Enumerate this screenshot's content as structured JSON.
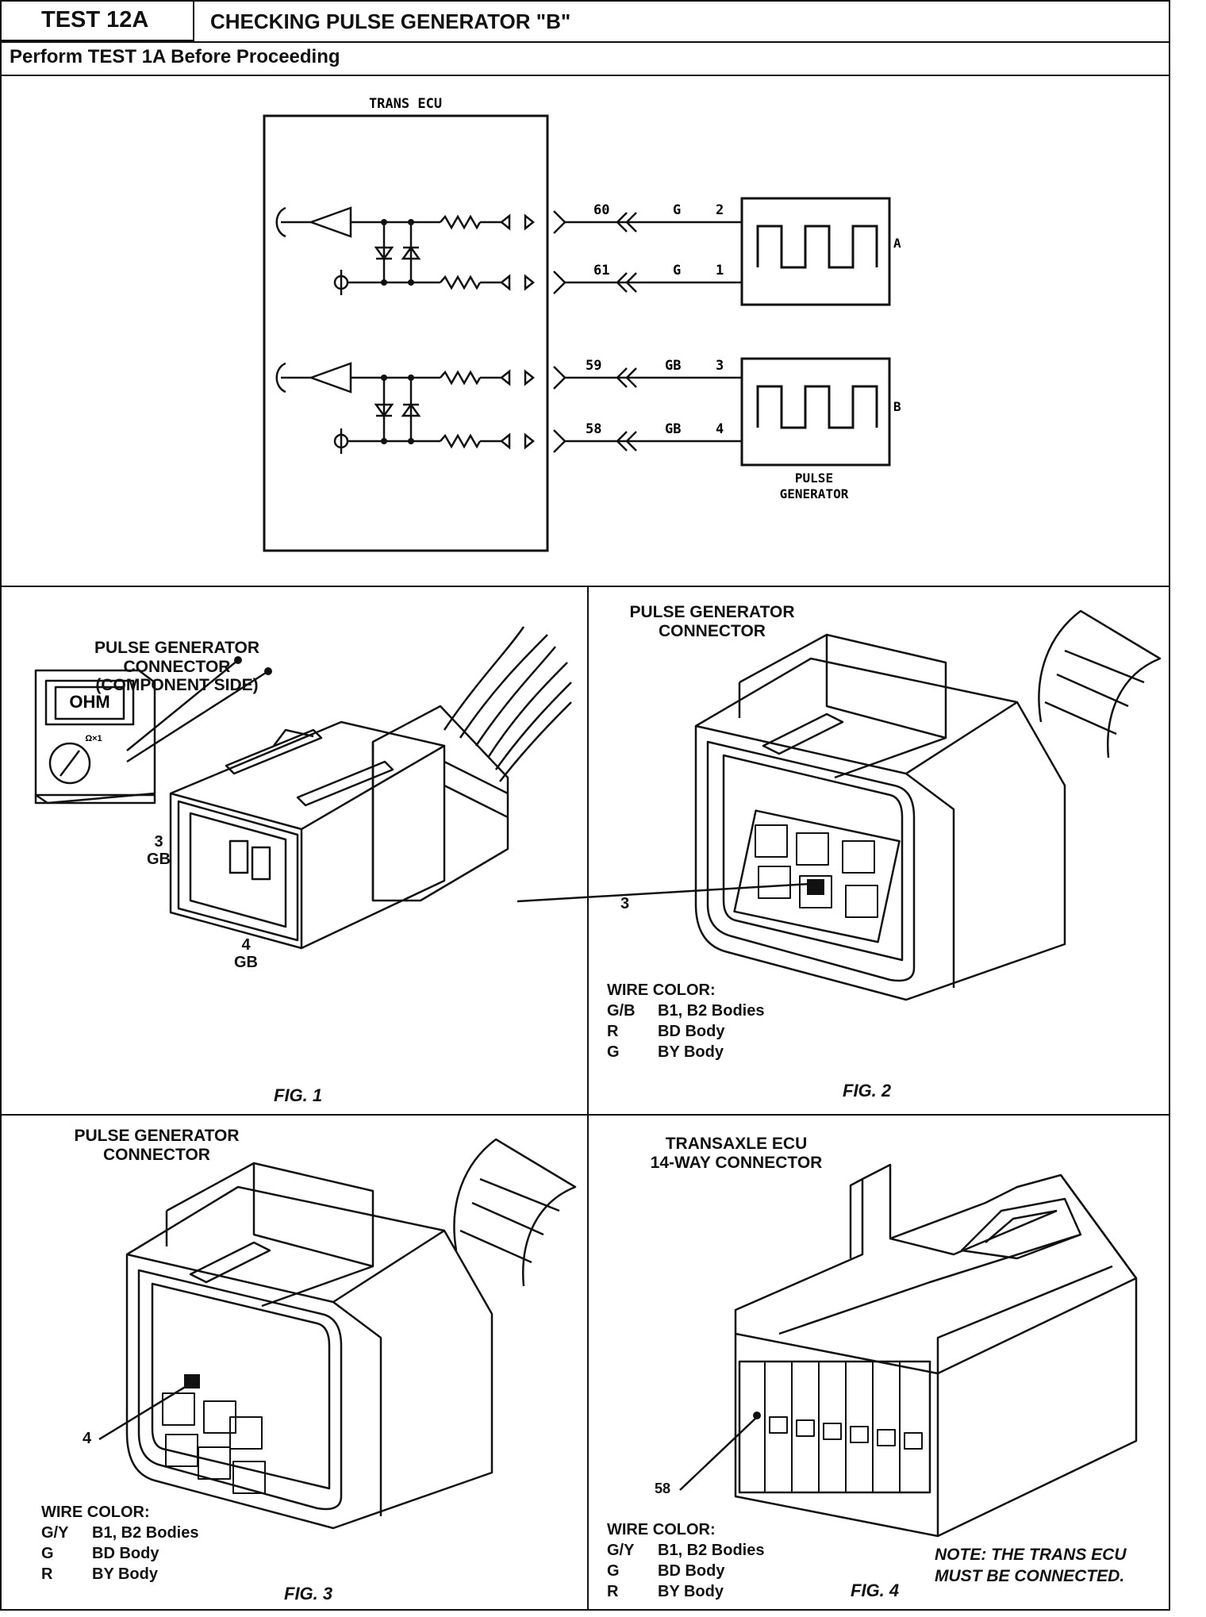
{
  "header": {
    "test_id": "TEST 12A",
    "title": "CHECKING PULSE GENERATOR \"B\"",
    "subtitle": "Perform TEST 1A Before Proceeding"
  },
  "schematic": {
    "ecu_label": "TRANS ECU",
    "pins": [
      "60",
      "61",
      "59",
      "58"
    ],
    "wire_colors": [
      "G",
      "G",
      "GB",
      "GB"
    ],
    "connector_pins": [
      "2",
      "1",
      "3",
      "4"
    ],
    "sensor_a_label": "A",
    "sensor_b_label": "B",
    "generator_label_1": "PULSE",
    "generator_label_2": "GENERATOR"
  },
  "fig1": {
    "label_lines": [
      "PULSE GENERATOR",
      "CONNECTOR",
      "(COMPONENT SIDE)"
    ],
    "pin3": "3",
    "pin3_color": "GB",
    "pin4": "4",
    "pin4_color": "GB",
    "meter_display": "OHM",
    "meter_range": "Ω×1",
    "caption": "FIG. 1"
  },
  "fig2": {
    "label_lines": [
      "PULSE GENERATOR",
      "CONNECTOR"
    ],
    "callout": "3",
    "wire_heading": "WIRE COLOR:",
    "wire_rows": [
      {
        "code": "G/B",
        "desc": "B1, B2 Bodies"
      },
      {
        "code": "R",
        "desc": "BD Body"
      },
      {
        "code": "G",
        "desc": "BY Body"
      }
    ],
    "caption": "FIG. 2"
  },
  "fig3": {
    "label_lines": [
      "PULSE GENERATOR",
      "CONNECTOR"
    ],
    "callout": "4",
    "wire_heading": "WIRE COLOR:",
    "wire_rows": [
      {
        "code": "G/Y",
        "desc": "B1, B2 Bodies"
      },
      {
        "code": "G",
        "desc": "BD Body"
      },
      {
        "code": "R",
        "desc": "BY Body"
      }
    ],
    "caption": "FIG. 3"
  },
  "fig4": {
    "label_lines": [
      "TRANSAXLE ECU",
      "14-WAY CONNECTOR"
    ],
    "callout": "58",
    "wire_heading": "WIRE COLOR:",
    "wire_rows": [
      {
        "code": "G/Y",
        "desc": "B1, B2 Bodies"
      },
      {
        "code": "G",
        "desc": "BD Body"
      },
      {
        "code": "R",
        "desc": "BY Body"
      }
    ],
    "note_lines": [
      "NOTE:  THE TRANS ECU",
      "MUST BE CONNECTED."
    ],
    "caption": "FIG. 4"
  }
}
